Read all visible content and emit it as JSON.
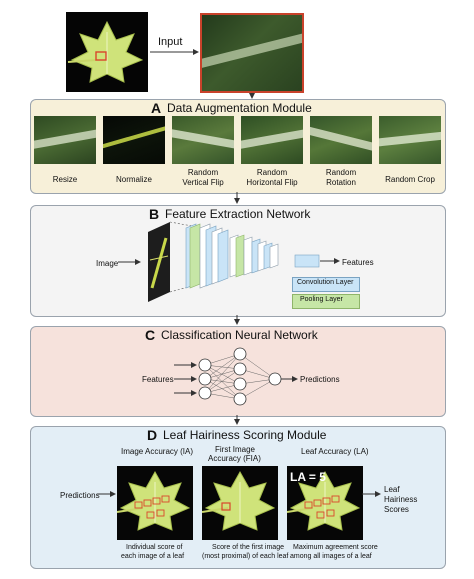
{
  "input_label": "Input",
  "sectionA": {
    "letter": "A",
    "title": "Data Augmentation Module",
    "items": [
      {
        "line1": "Resize",
        "line2": ""
      },
      {
        "line1": "Normalize",
        "line2": ""
      },
      {
        "line1": "Random",
        "line2": "Vertical Flip"
      },
      {
        "line1": "Random",
        "line2": "Horizontal Flip"
      },
      {
        "line1": "Random",
        "line2": "Rotation"
      },
      {
        "line1": "Random Crop",
        "line2": ""
      }
    ]
  },
  "sectionB": {
    "letter": "B",
    "title": "Feature Extraction Network",
    "image_label": "Image",
    "features_label": "Features",
    "legend_conv": "Convolution Layer",
    "legend_pool": "Pooling Layer"
  },
  "sectionC": {
    "letter": "C",
    "title": "Classification Neural Network",
    "features_label": "Features",
    "predictions_label": "Predictions"
  },
  "sectionD": {
    "letter": "D",
    "title": "Leaf Hairiness Scoring Module",
    "predictions_label": "Predictions",
    "output_line1": "Leaf",
    "output_line2": "Hairiness",
    "output_line3": "Scores",
    "ia_title": "Image Accuracy (IA)",
    "fia_title1": "First Image",
    "fia_title2": "Accuracy (FIA)",
    "la_title": "Leaf Accuracy (LA)",
    "la_badge": "LA = 5",
    "ia_caption1": "Individual score of",
    "ia_caption2": "each image of a leaf",
    "fia_caption1": "Score of the first image",
    "fia_caption2": "(most proximal) of each leaf",
    "la_caption1": "Maximum agreement score",
    "la_caption2": "among all images of a leaf"
  },
  "colors": {
    "panelA": "#f7f0d9",
    "panelB": "#f4f4f4",
    "panelC": "#f6e2dc",
    "panelD": "#e3eef6",
    "leaf": "#c9e07a",
    "conv": "#c9e4f7",
    "pool": "#c6e6a6"
  }
}
